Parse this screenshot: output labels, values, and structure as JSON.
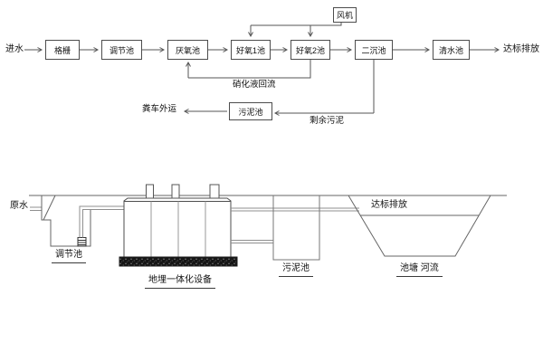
{
  "palette": {
    "line": "#555555",
    "pipe": "#8f8f8f",
    "text": "#111111",
    "background": "#ffffff"
  },
  "flow": {
    "influent": "进水",
    "discharge": "达标排放",
    "boxes": [
      {
        "label": "格栅"
      },
      {
        "label": "调节池"
      },
      {
        "label": "厌氧池"
      },
      {
        "label": "好氧1池"
      },
      {
        "label": "好氧2池"
      },
      {
        "label": "二沉池"
      },
      {
        "label": "清水池"
      }
    ],
    "blower": "风机",
    "sludge_tank": "污泥池",
    "nitrified_return": "硝化液回流",
    "excess_sludge": "剩余污泥",
    "truck_out": "粪车外运"
  },
  "section": {
    "raw_water": "原水",
    "regulating_tank": "调节池",
    "buried_equipment": "地埋一体化设备",
    "sludge_tank": "污泥池",
    "pond_river": "池塘 河流",
    "discharge": "达标排放"
  }
}
